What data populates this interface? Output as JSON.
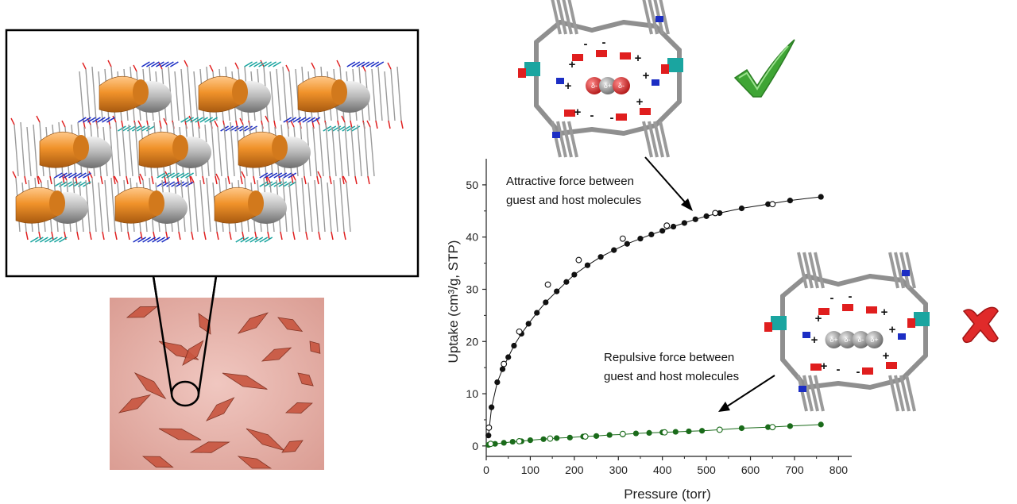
{
  "chart_data": {
    "type": "scatter",
    "xlabel": "Pressure (torr)",
    "ylabel": "Uptake (cm³/g, STP)",
    "xlim": [
      0,
      830
    ],
    "ylim": [
      -2,
      55
    ],
    "x_ticks": [
      "0",
      "100",
      "200",
      "300",
      "400",
      "500",
      "600",
      "700",
      "800"
    ],
    "y_ticks": [
      "0",
      "10",
      "20",
      "30",
      "40",
      "50"
    ],
    "grid": false,
    "series": [
      {
        "color": "#111111",
        "adsorption": [
          [
            5,
            2.0
          ],
          [
            12,
            7.4
          ],
          [
            25,
            12.2
          ],
          [
            37,
            14.7
          ],
          [
            50,
            17.0
          ],
          [
            63,
            19.2
          ],
          [
            80,
            21.5
          ],
          [
            96,
            23.4
          ],
          [
            115,
            25.5
          ],
          [
            135,
            27.5
          ],
          [
            160,
            29.6
          ],
          [
            182,
            31.4
          ],
          [
            200,
            32.8
          ],
          [
            230,
            34.6
          ],
          [
            260,
            36.2
          ],
          [
            290,
            37.5
          ],
          [
            320,
            38.7
          ],
          [
            350,
            39.7
          ],
          [
            375,
            40.5
          ],
          [
            400,
            41.2
          ],
          [
            425,
            42.0
          ],
          [
            450,
            42.7
          ],
          [
            475,
            43.4
          ],
          [
            500,
            44.0
          ],
          [
            530,
            44.6
          ],
          [
            580,
            45.5
          ],
          [
            640,
            46.3
          ],
          [
            690,
            47.0
          ],
          [
            760,
            47.7
          ]
        ],
        "desorption": [
          [
            6,
            3.5
          ],
          [
            40,
            15.7
          ],
          [
            75,
            21.9
          ],
          [
            140,
            30.9
          ],
          [
            210,
            35.6
          ],
          [
            310,
            39.7
          ],
          [
            410,
            42.2
          ],
          [
            520,
            44.6
          ],
          [
            650,
            46.3
          ]
        ]
      },
      {
        "color": "#1a6b1a",
        "adsorption": [
          [
            5,
            0.2
          ],
          [
            20,
            0.4
          ],
          [
            40,
            0.6
          ],
          [
            60,
            0.8
          ],
          [
            80,
            0.9
          ],
          [
            100,
            1.1
          ],
          [
            130,
            1.3
          ],
          [
            160,
            1.5
          ],
          [
            190,
            1.6
          ],
          [
            220,
            1.8
          ],
          [
            250,
            1.9
          ],
          [
            280,
            2.1
          ],
          [
            310,
            2.2
          ],
          [
            340,
            2.4
          ],
          [
            370,
            2.5
          ],
          [
            400,
            2.6
          ],
          [
            430,
            2.7
          ],
          [
            460,
            2.8
          ],
          [
            490,
            2.9
          ],
          [
            530,
            3.1
          ],
          [
            580,
            3.4
          ],
          [
            640,
            3.6
          ],
          [
            690,
            3.8
          ],
          [
            760,
            4.1
          ]
        ],
        "desorption": [
          [
            10,
            0.4
          ],
          [
            75,
            0.9
          ],
          [
            145,
            1.4
          ],
          [
            225,
            1.8
          ],
          [
            310,
            2.3
          ],
          [
            405,
            2.6
          ],
          [
            530,
            3.1
          ],
          [
            650,
            3.6
          ]
        ]
      }
    ],
    "annotations": {
      "attractive": [
        "Attractive force between",
        "guest and host molecules"
      ],
      "repulsive": [
        "Repulsive force between",
        "guest and host molecules"
      ]
    }
  },
  "charges": {
    "plus": "+",
    "minus": "-",
    "top_guest": [
      "δ-",
      "δ+",
      "δ-"
    ],
    "bottom_guest": [
      "δ+",
      "δ-",
      "δ-",
      "δ+"
    ]
  },
  "marks": {
    "check_color": "#3fa535",
    "cross_color": "#e02a2a"
  },
  "colors": {
    "pore": "#f0922a",
    "framework": "#9a9a9a",
    "oxygen": "#e01e1e",
    "nitrogen": "#1c2ec4",
    "metal": "#1aa5a0",
    "crystal_bg": "#e6b4ad",
    "crystal": "#c8553f"
  }
}
